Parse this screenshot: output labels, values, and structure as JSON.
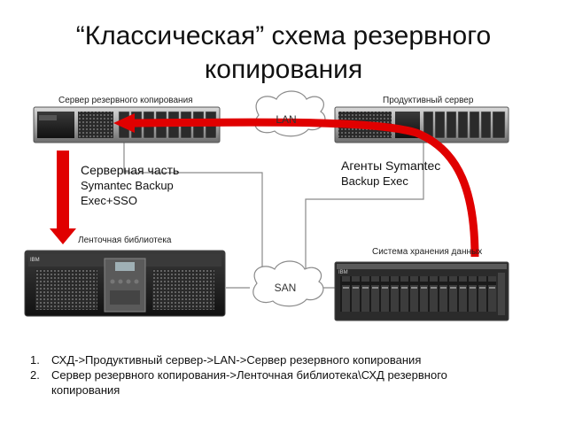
{
  "slide": {
    "title_line1": "“Классическая” схема резервного",
    "title_line2": "копирования"
  },
  "diagram": {
    "backup_server_label": "Сервер резервного копирования",
    "production_server_label": "Продуктивный сервер",
    "tape_library_label": "Ленточная библиотека",
    "storage_system_label": "Система хранения данных",
    "lan_label": "LAN",
    "san_label": "SAN",
    "tape_brand": "IBM",
    "storage_brand": "IBM"
  },
  "notes": {
    "server_side_line1": "Серверная часть",
    "server_side_line2": "Symantec Backup",
    "server_side_line3": "Exec+SSO",
    "agents_line1": "Агенты Symantec",
    "agents_line2": "Backup Exec"
  },
  "steps": [
    {
      "num": "1.",
      "text": "СХД->Продуктивный сервер->LAN->Сервер резервного копирования"
    },
    {
      "num": "2.",
      "text": "Сервер резервного копирования->Ленточная библиотека\\СХД резервного"
    },
    {
      "num": "",
      "text": "копирования"
    }
  ],
  "colors": {
    "arrow_red": "#e00000",
    "line_gray": "#8a8a8a"
  }
}
